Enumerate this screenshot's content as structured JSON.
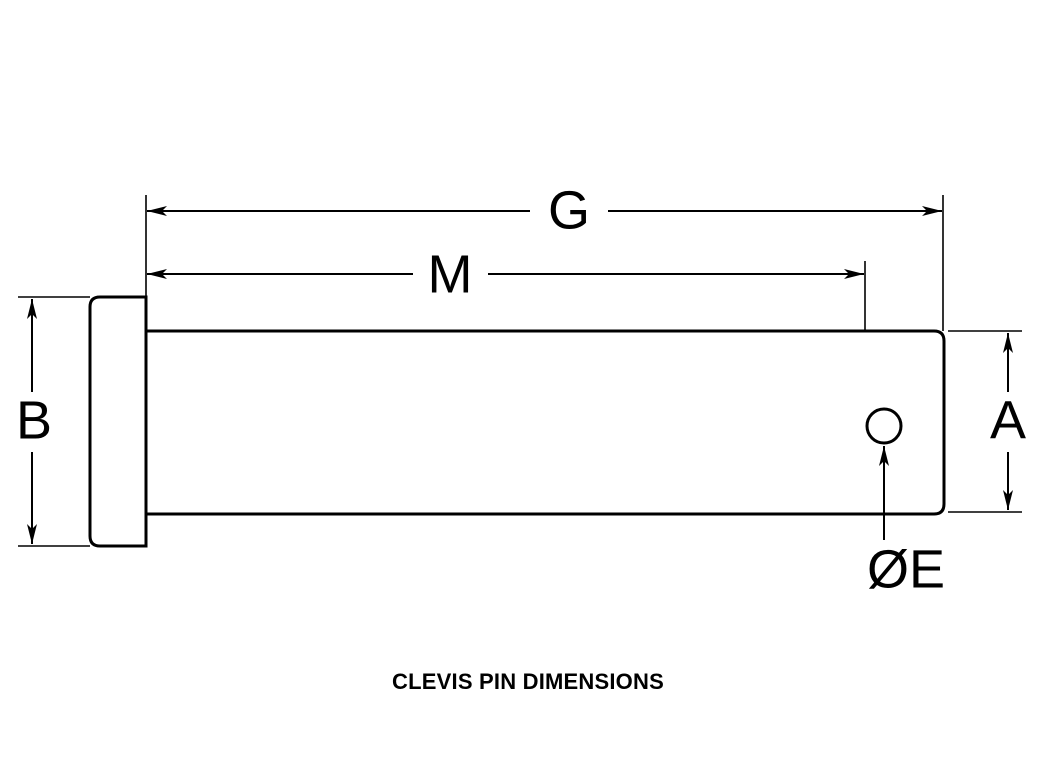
{
  "diagram": {
    "dimensions": {
      "G": "G",
      "M": "M",
      "B": "B",
      "A": "A",
      "E": "ØE"
    },
    "caption": "CLEVIS PIN DIMENSIONS"
  }
}
